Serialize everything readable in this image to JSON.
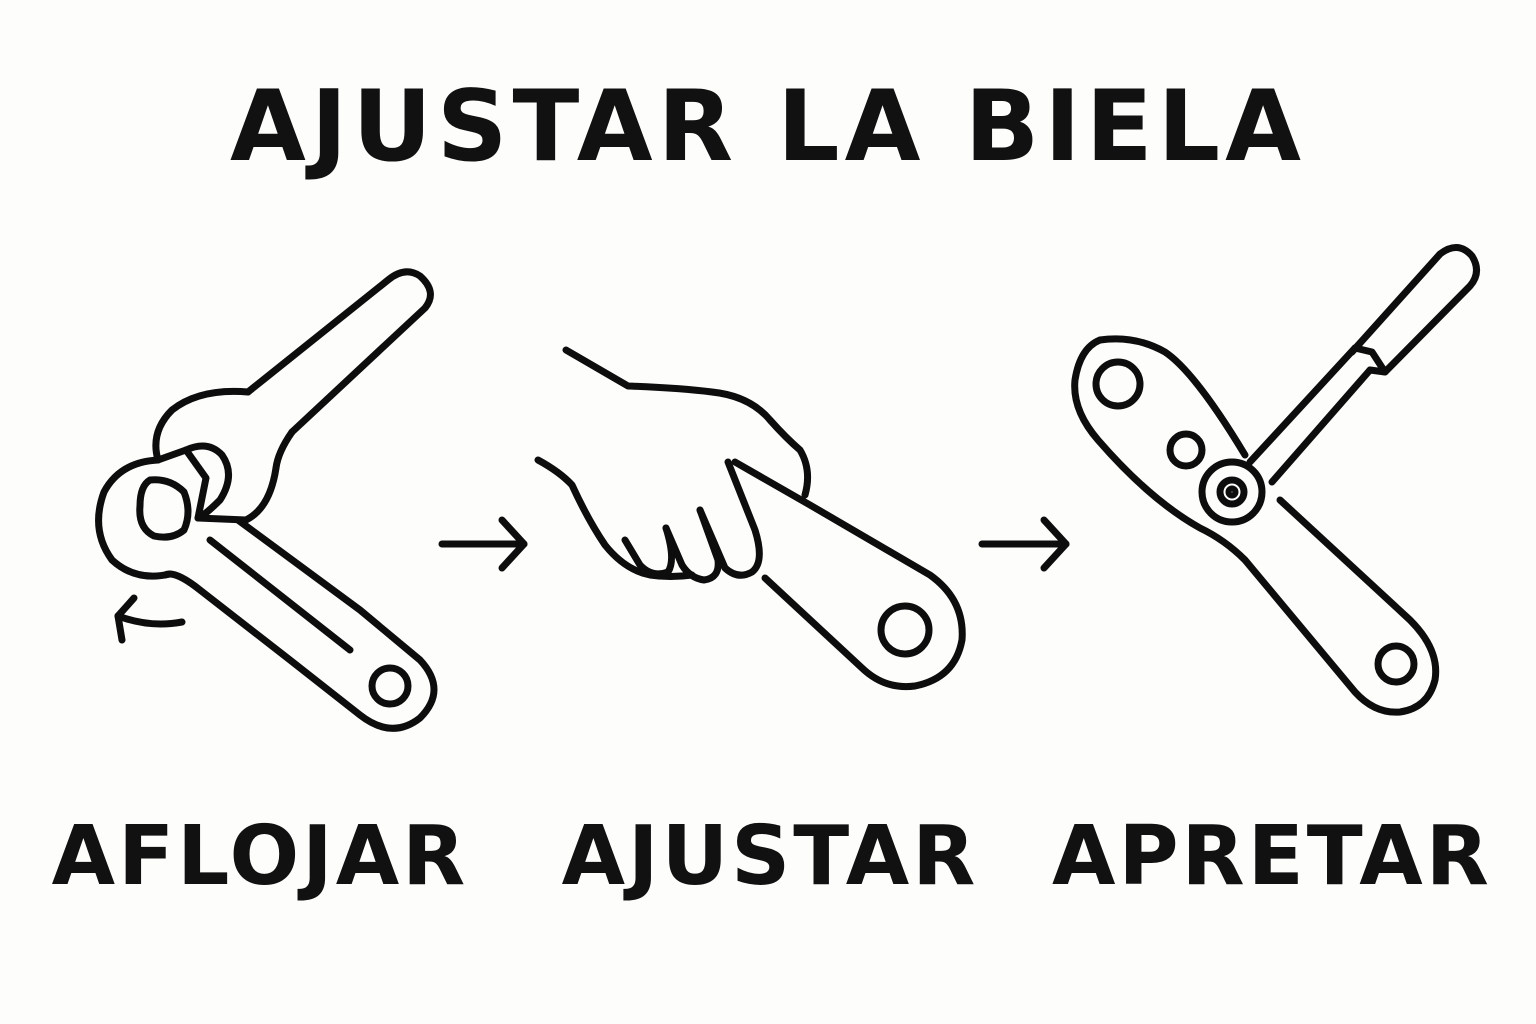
{
  "title": "AJUSTAR LA BIELA",
  "steps": [
    {
      "label": "AFLOJAR",
      "icon": "wrench-loosening-crank-icon"
    },
    {
      "label": "AJUSTAR",
      "icon": "hand-adjusting-crank-icon"
    },
    {
      "label": "APRETAR",
      "icon": "tool-tightening-crank-icon"
    }
  ],
  "colors": {
    "ink": "#0d0d0d",
    "background": "#fdfdfb"
  }
}
